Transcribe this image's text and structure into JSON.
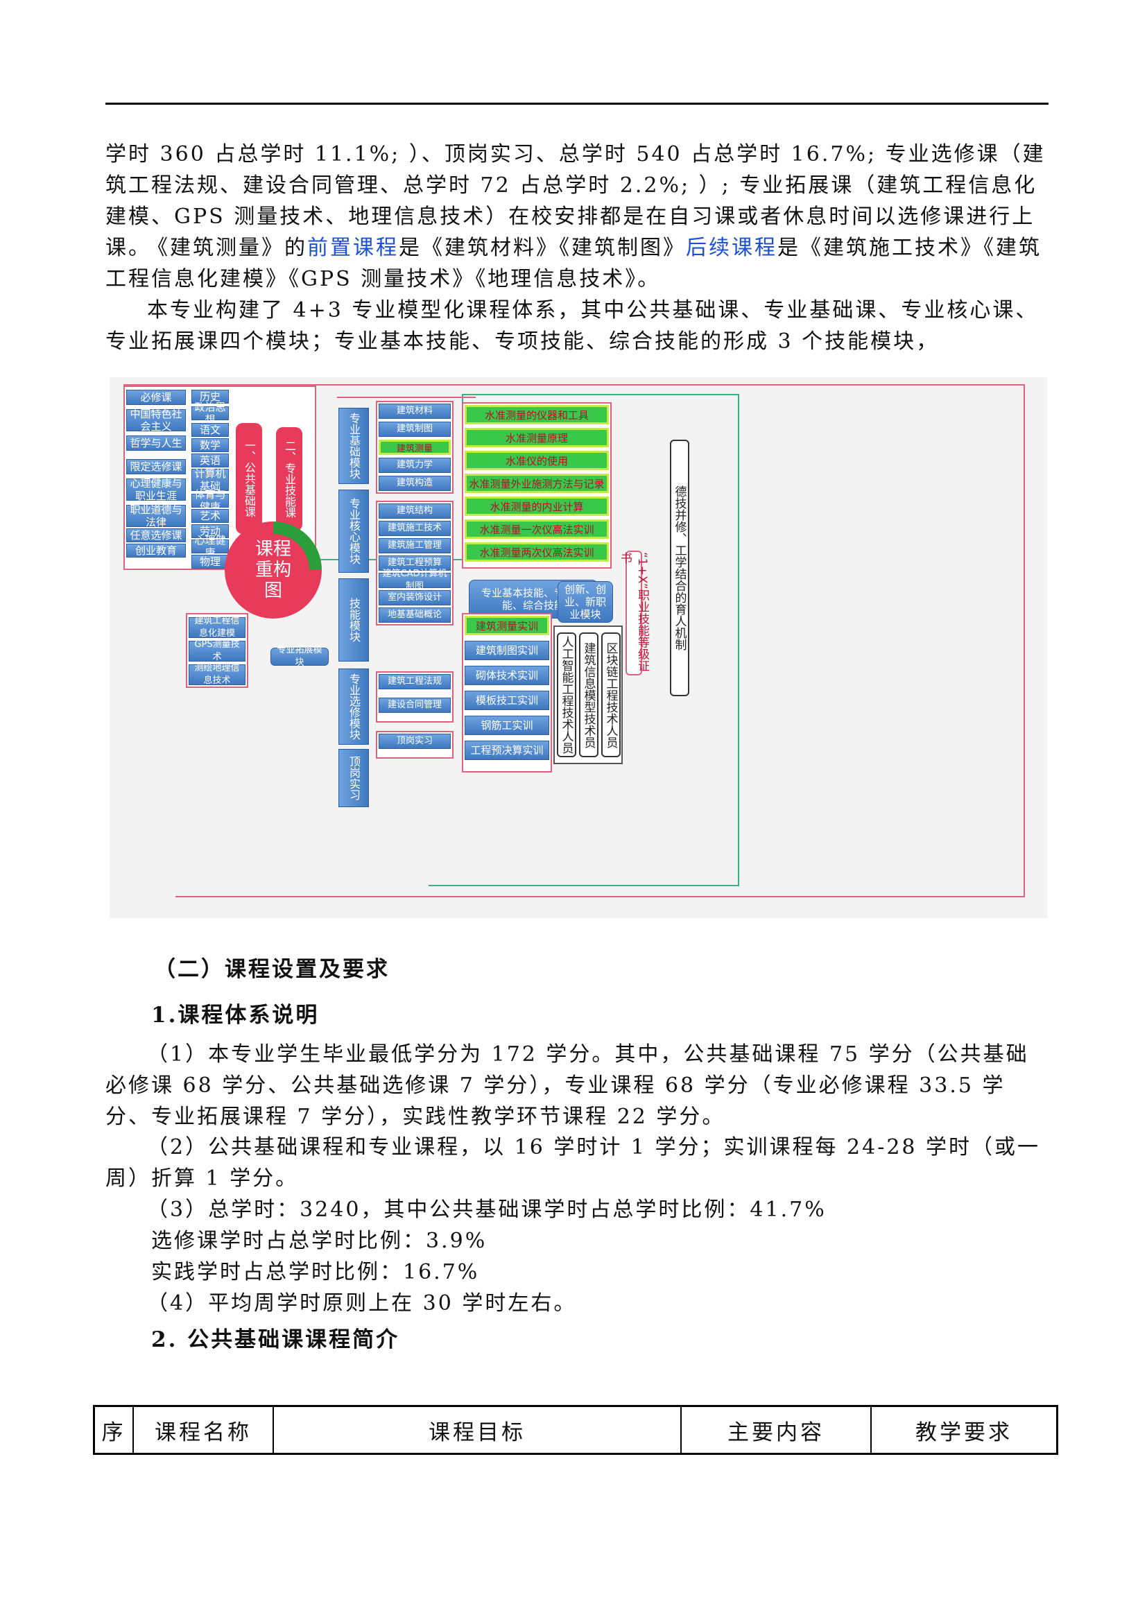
{
  "body": {
    "p1": "学时 360 占总学时 11.1%; ）、顶岗实习、总学时 540 占总学时 16.7%; 专业选修课（建筑工程法规、建设合同管理、总学时 72 占总学时 2.2%; ）; 专业拓展课（建筑工程信息化建模、GPS 测量技术、地理信息技术）在校安排都是在自习课或者休息时间以选修课进行上课。",
    "p2_a": "《建筑测量》的",
    "p2_b": "前置课程",
    "p2_c": "是《建筑材料》《建筑制图》",
    "p2_d": "后续课程",
    "p2_e": "是《建筑施工技术》《建筑工程信息化建模》《GPS 测量技术》《地理信息技术》。",
    "p3": "本专业构建了 4+3 专业模型化课程体系，其中公共基础课、专业基础课、专业核心课、专业拓展课四个模块；专业基本技能、专项技能、综合技能的形成 3 个技能模块，"
  },
  "diagram": {
    "left_col1": [
      "必修课",
      "中国特色社会主义",
      "哲学与人生",
      "限定选修课",
      "心理健康与职业生涯",
      "职业道德与法律",
      "任意选修课",
      "创业教育"
    ],
    "left_col2": [
      "历史",
      "政治思想",
      "语文",
      "数学",
      "英语",
      "计算机基础",
      "体育与健康",
      "艺术",
      "劳动",
      "心理健康",
      "物理"
    ],
    "public_basic": "一、公共基础课",
    "professional_skill": "二、专业技能课",
    "center": [
      "课程",
      "重构",
      "图"
    ],
    "modules": [
      "专业基础模块",
      "专业核心模块",
      "技能模块",
      "专业选修模块",
      "顶岗实习"
    ],
    "basic_courses": [
      "建筑材料",
      "建筑制图",
      "建筑测量",
      "建筑力学",
      "建筑构造"
    ],
    "core_courses": [
      "建筑结构",
      "建筑施工技术",
      "建筑施工管理",
      "建筑工程预算",
      "建筑CAD计算机制图",
      "室内装饰设计",
      "地基基础概论"
    ],
    "elective_courses": [
      "建筑工程法规",
      "建设合同管理"
    ],
    "internship": "顶岗实习",
    "survey_items": [
      "水准测量的仪器和工具",
      "水准测量原理",
      "水准仪的使用",
      "水准测量外业施测方法与记录",
      "水准测量的内业计算",
      "水准测量一次仪高法实训",
      "水准测量两次仪高法实训"
    ],
    "skills_summary": "专业基本技能、专项技能、综合技能",
    "practice_items": [
      "建筑测量实训",
      "建筑制图实训",
      "砌体技术实训",
      "模板技工实训",
      "钢筋工实训",
      "工程预决算实训"
    ],
    "innovation": "创新、创业、新职业模块",
    "certificate": "“1+X”职业技能等级证书",
    "careers": [
      "人工智能工程技术人员",
      "建筑信息模型技术员",
      "区块链工程技术人员"
    ],
    "right_label": "德技并修、工学结合的育人机制",
    "expansion": "专业拓展模块",
    "expansion_courses": [
      "建筑工程信息化建模",
      "GPS测量技术",
      "测绘地理信息技术"
    ]
  },
  "sections": {
    "s2_title": "（二）课程设置及要求",
    "s2_1_title": "1.课程体系说明",
    "r1": "（1）本专业学生毕业最低学分为 172 学分。其中，公共基础课程 75 学分（公共基础必修课 68 学分、公共基础选修课 7 学分），专业课程 68 学分（专业必修课程 33.5 学分、专业拓展课程 7 学分），实践性教学环节课程 22 学分。",
    "r2": "（2）公共基础课程和专业课程，以 16 学时计 1 学分；实训课程每 24-28 学时（或一周）折算 1 学分。",
    "r3": "（3）总学时：3240，其中公共基础课学时占总学时比例：41.7%",
    "r3b": "选修课学时占总学时比例：3.9%",
    "r3c": "实践学时占总学时比例：16.7%",
    "r4": "（4）平均周学时原则上在 30 学时左右。",
    "s2_2_title": "2. 公共基础课课程简介"
  },
  "table": {
    "headers": [
      "序",
      "课程名称",
      "课程目标",
      "主要内容",
      "教学要求"
    ]
  }
}
